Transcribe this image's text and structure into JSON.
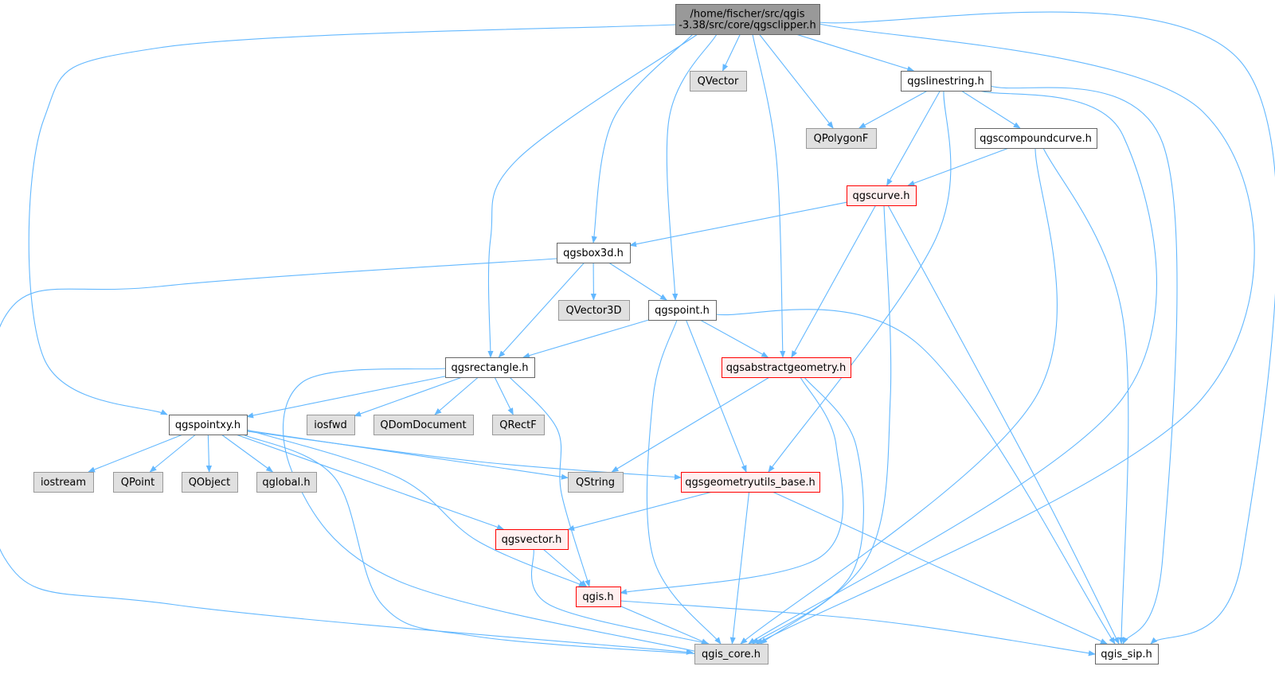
{
  "diagram": {
    "type": "include-dependency-graph",
    "colors": {
      "edge": "#63b8ff",
      "root_fill": "#999999",
      "normal_fill": "#ffffff",
      "normal_border": "#666666",
      "external_fill": "#e0e0e0",
      "external_border": "#999999",
      "truncated_fill": "#fff0f0",
      "truncated_border": "#ff0000"
    },
    "nodes": [
      {
        "id": "root",
        "label": "/home/fischer/src/qgis\n-3.38/src/core/qgsclipper.h",
        "style": "root"
      },
      {
        "id": "qvector",
        "label": "QVector",
        "style": "external"
      },
      {
        "id": "qgslinestring",
        "label": "qgslinestring.h",
        "style": "normal"
      },
      {
        "id": "qpolygonf",
        "label": "QPolygonF",
        "style": "external"
      },
      {
        "id": "qgscompoundcurve",
        "label": "qgscompoundcurve.h",
        "style": "normal"
      },
      {
        "id": "qgscurve",
        "label": "qgscurve.h",
        "style": "truncated"
      },
      {
        "id": "qgsbox3d",
        "label": "qgsbox3d.h",
        "style": "normal"
      },
      {
        "id": "qvector3d",
        "label": "QVector3D",
        "style": "external"
      },
      {
        "id": "qgspoint",
        "label": "qgspoint.h",
        "style": "normal"
      },
      {
        "id": "qgsrectangle",
        "label": "qgsrectangle.h",
        "style": "normal"
      },
      {
        "id": "qgsabstractgeometry",
        "label": "qgsabstractgeometry.h",
        "style": "truncated"
      },
      {
        "id": "qgspointxy",
        "label": "qgspointxy.h",
        "style": "normal"
      },
      {
        "id": "iosfwd",
        "label": "iosfwd",
        "style": "external"
      },
      {
        "id": "qdomdocument",
        "label": "QDomDocument",
        "style": "external"
      },
      {
        "id": "qrectf",
        "label": "QRectF",
        "style": "external"
      },
      {
        "id": "iostream",
        "label": "iostream",
        "style": "external"
      },
      {
        "id": "qpoint",
        "label": "QPoint",
        "style": "external"
      },
      {
        "id": "qobject",
        "label": "QObject",
        "style": "external"
      },
      {
        "id": "qglobal",
        "label": "qglobal.h",
        "style": "external"
      },
      {
        "id": "qstring",
        "label": "QString",
        "style": "external"
      },
      {
        "id": "qgsgeometryutils_base",
        "label": "qgsgeometryutils_base.h",
        "style": "truncated"
      },
      {
        "id": "qgsvector",
        "label": "qgsvector.h",
        "style": "truncated"
      },
      {
        "id": "qgis",
        "label": "qgis.h",
        "style": "truncated"
      },
      {
        "id": "qgis_core",
        "label": "qgis_core.h",
        "style": "external"
      },
      {
        "id": "qgis_sip",
        "label": "qgis_sip.h",
        "style": "normal"
      }
    ],
    "edges": [
      [
        "root",
        "qvector"
      ],
      [
        "root",
        "qgslinestring"
      ],
      [
        "root",
        "qpolygonf"
      ],
      [
        "root",
        "qgsbox3d"
      ],
      [
        "root",
        "qgspoint"
      ],
      [
        "root",
        "qgsrectangle"
      ],
      [
        "root",
        "qgsabstractgeometry"
      ],
      [
        "root",
        "qgspointxy"
      ],
      [
        "root",
        "qgis_core"
      ],
      [
        "root",
        "qgis_sip"
      ],
      [
        "qgslinestring",
        "qpolygonf"
      ],
      [
        "qgslinestring",
        "qgscompoundcurve"
      ],
      [
        "qgslinestring",
        "qgscurve"
      ],
      [
        "qgslinestring",
        "qgsgeometryutils_base"
      ],
      [
        "qgslinestring",
        "qgis_core"
      ],
      [
        "qgslinestring",
        "qgis_sip"
      ],
      [
        "qgscompoundcurve",
        "qgscurve"
      ],
      [
        "qgscompoundcurve",
        "qgis_core"
      ],
      [
        "qgscompoundcurve",
        "qgis_sip"
      ],
      [
        "qgscurve",
        "qgsbox3d"
      ],
      [
        "qgscurve",
        "qgsabstractgeometry"
      ],
      [
        "qgscurve",
        "qgis_core"
      ],
      [
        "qgscurve",
        "qgis_sip"
      ],
      [
        "qgsbox3d",
        "qvector3d"
      ],
      [
        "qgsbox3d",
        "qgspoint"
      ],
      [
        "qgsbox3d",
        "qgsrectangle"
      ],
      [
        "qgsbox3d",
        "qgis_core"
      ],
      [
        "qgspoint",
        "qgsrectangle"
      ],
      [
        "qgspoint",
        "qgsabstractgeometry"
      ],
      [
        "qgspoint",
        "qgsgeometryutils_base"
      ],
      [
        "qgspoint",
        "qgis_core"
      ],
      [
        "qgspoint",
        "qgis_sip"
      ],
      [
        "qgsrectangle",
        "qgspointxy"
      ],
      [
        "qgsrectangle",
        "iosfwd"
      ],
      [
        "qgsrectangle",
        "qdomdocument"
      ],
      [
        "qgsrectangle",
        "qrectf"
      ],
      [
        "qgsrectangle",
        "qgis"
      ],
      [
        "qgsrectangle",
        "qgis_core"
      ],
      [
        "qgsabstractgeometry",
        "qstring"
      ],
      [
        "qgsabstractgeometry",
        "qgis"
      ],
      [
        "qgsabstractgeometry",
        "qgis_core"
      ],
      [
        "qgspointxy",
        "iostream"
      ],
      [
        "qgspointxy",
        "qpoint"
      ],
      [
        "qgspointxy",
        "qobject"
      ],
      [
        "qgspointxy",
        "qglobal"
      ],
      [
        "qgspointxy",
        "qstring"
      ],
      [
        "qgspointxy",
        "qgsgeometryutils_base"
      ],
      [
        "qgspointxy",
        "qgsvector"
      ],
      [
        "qgspointxy",
        "qgis"
      ],
      [
        "qgspointxy",
        "qgis_core"
      ],
      [
        "qgsgeometryutils_base",
        "qgsvector"
      ],
      [
        "qgsgeometryutils_base",
        "qgis_core"
      ],
      [
        "qgsgeometryutils_base",
        "qgis_sip"
      ],
      [
        "qgsvector",
        "qgis"
      ],
      [
        "qgsvector",
        "qgis_core"
      ],
      [
        "qgis",
        "qgis_core"
      ],
      [
        "qgis",
        "qgis_sip"
      ]
    ]
  }
}
